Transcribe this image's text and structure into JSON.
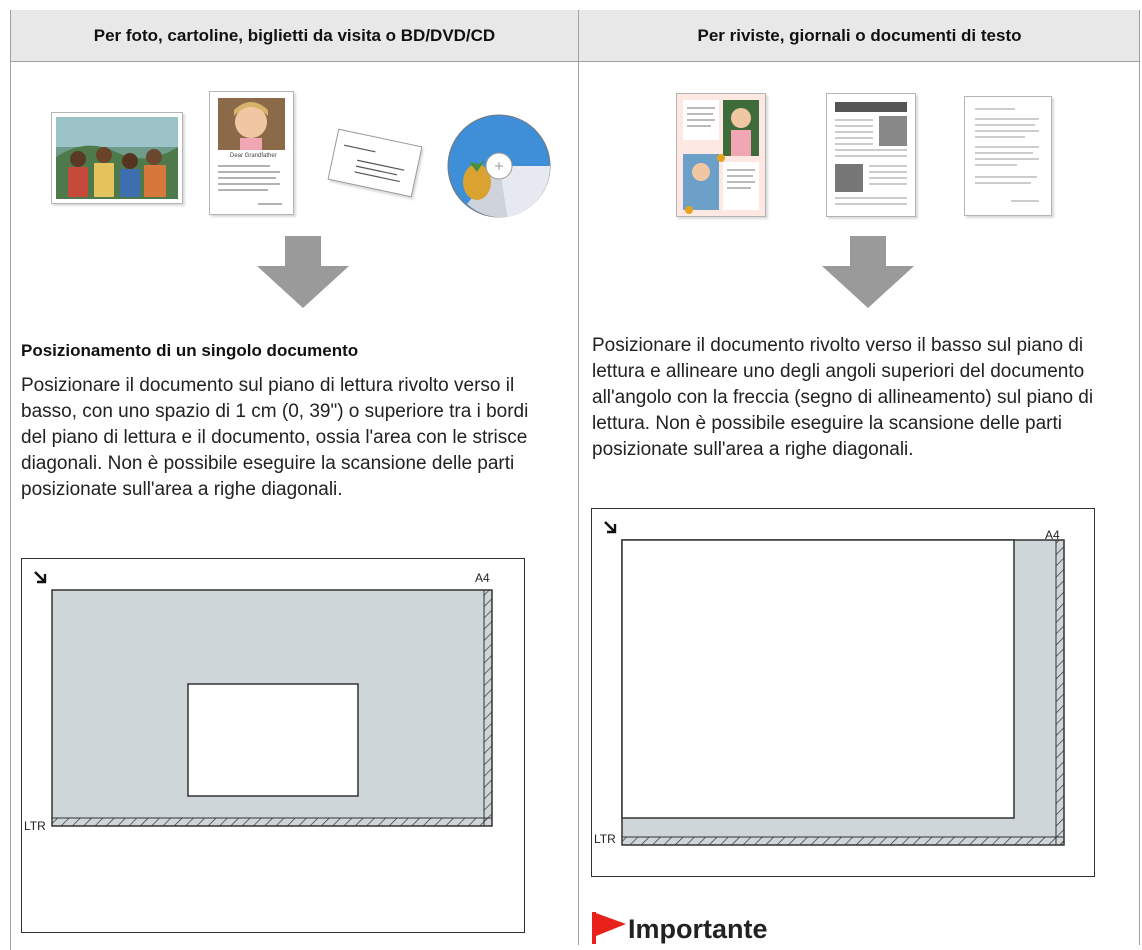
{
  "table": {
    "col_left_header": "Per foto, cartoline, biglietti da visita o BD/DVD/CD",
    "col_right_header": "Per riviste, giornali o documenti di testo"
  },
  "left": {
    "subheading": "Posizionamento di un singolo documento",
    "paragraph": "Posizionare il documento sul piano di lettura rivolto verso il basso, con uno spazio di 1 cm (0, 39\") o superiore tra i bordi del piano di lettura e il documento, ossia l'area con le strisce diagonali. Non è possibile eseguire la scansione delle parti posizionate sull'area a righe diagonali.",
    "diagram": {
      "label_a4": "A4",
      "label_ltr": "LTR"
    },
    "postcard_text": "Dear Grandfather"
  },
  "right": {
    "paragraph": "Posizionare il documento rivolto verso il basso sul piano di lettura e allineare uno degli angoli superiori del documento all'angolo con la freccia (segno di allineamento) sul piano di lettura. Non è possibile eseguire la scansione delle parti posizionate sull'area a righe diagonali.",
    "diagram": {
      "label_a4": "A4",
      "label_ltr": "LTR"
    },
    "important_heading": "Importante"
  },
  "icons": {
    "arrow": "down-arrow-icon",
    "alignment": "alignment-arrow-icon",
    "flag": "red-flag-icon"
  },
  "colors": {
    "header_bg": "#e8e8e8",
    "platen_gray": "#cfd6d9",
    "arrow_gray": "#9a9a9a",
    "flag_red": "#e8221a"
  }
}
